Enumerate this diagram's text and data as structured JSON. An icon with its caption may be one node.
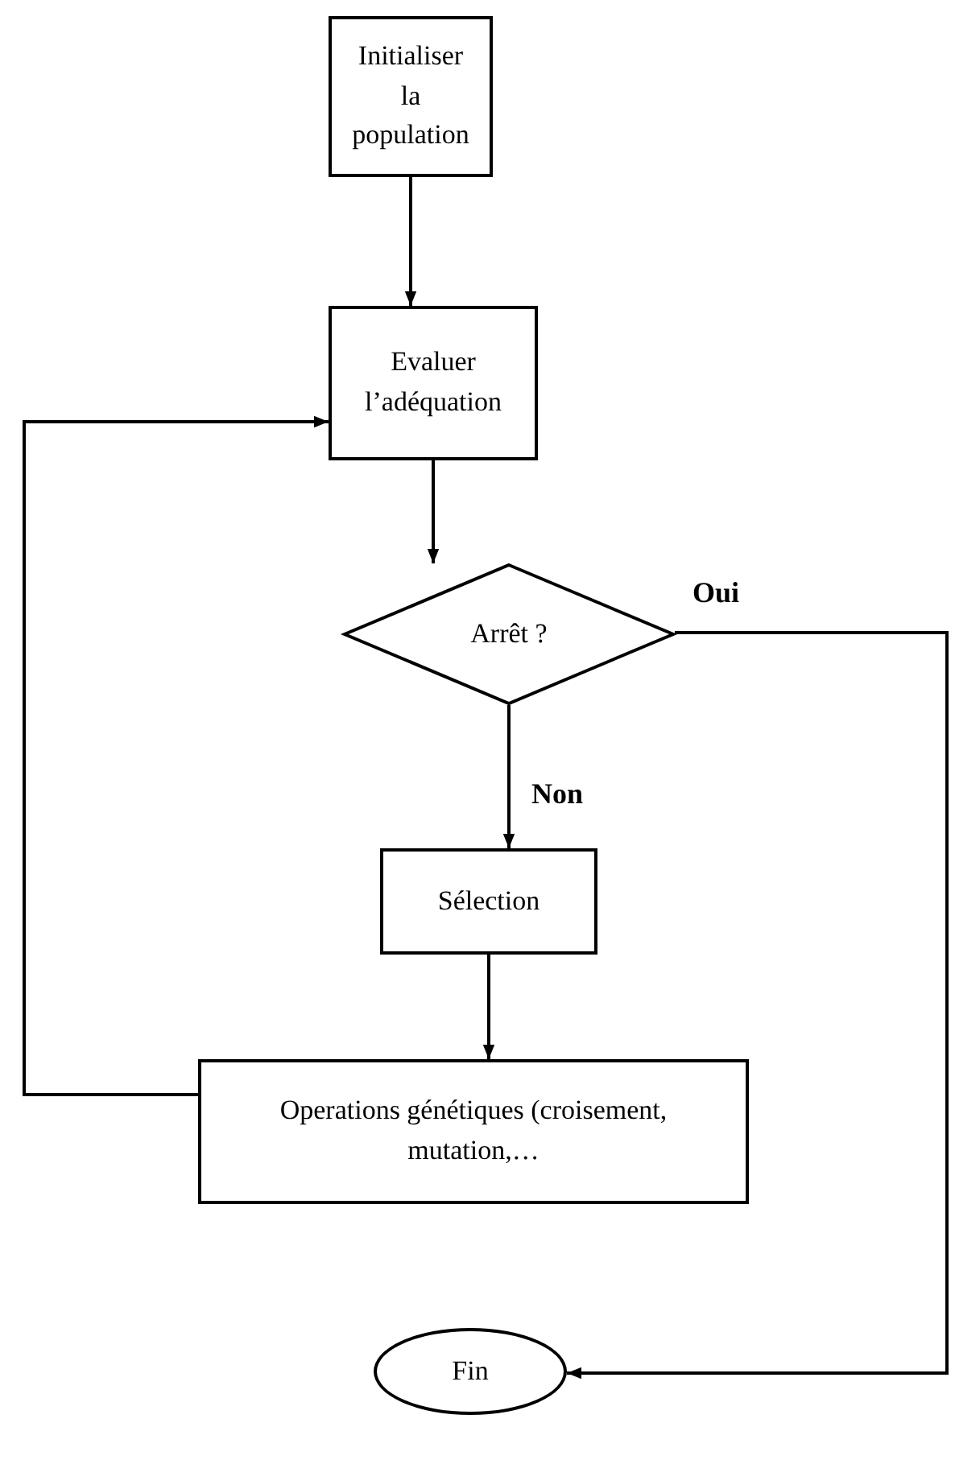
{
  "diagram": {
    "nodes": [
      {
        "text": [
          "Initialiser la population"
        ]
      },
      {
        "text": [
          "Evaluer l’adéquation"
        ]
      },
      {
        "text": [
          "Arrêt ?"
        ]
      },
      {
        "text": [
          "Sélection"
        ]
      },
      {
        "text": [
          "Operations génétiques (croisement, mutation,…"
        ]
      },
      {
        "text": [
          "Fin"
        ]
      }
    ],
    "edges": [
      {
        "from": 0,
        "to": 1,
        "arrow": "to"
      },
      {
        "from": 1,
        "to": 2,
        "arrow": "to"
      },
      {
        "from": 2,
        "to": 3,
        "arrow": "to",
        "label": "Non"
      },
      {
        "from": 3,
        "to": 4,
        "arrow": "to"
      },
      {
        "from": 4,
        "to": 1,
        "arrow": "to"
      },
      {
        "from": 2,
        "to": 5,
        "arrow": "to",
        "label": "Oui"
      }
    ]
  }
}
